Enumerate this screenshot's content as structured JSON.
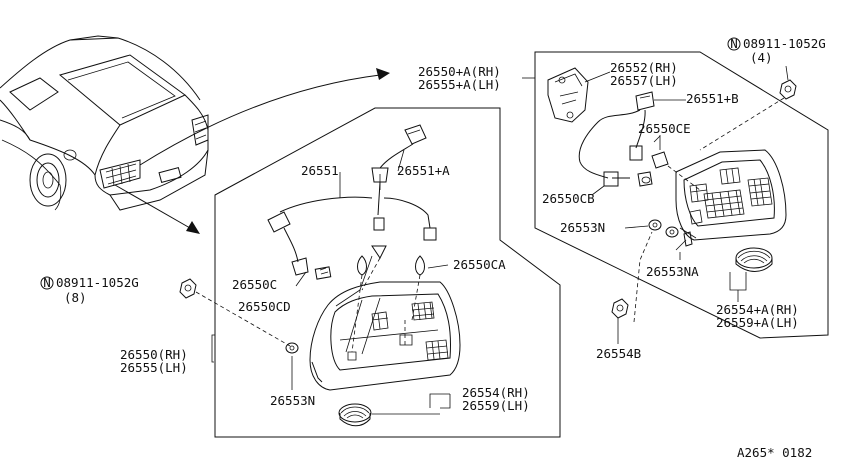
{
  "labels": {
    "p26551": "26551",
    "p26551A": "26551+A",
    "p26550C": "26550C",
    "p26550CD": "26550CD",
    "p26550CA": "26550CA",
    "nut_left": "08911-1052G",
    "nut_left_qty": "(8)",
    "p26550RH": "26550(RH)",
    "p26555LH": "26555(LH)",
    "p26553N_left": "26553N",
    "p26554RH": "26554(RH)",
    "p26559LH": "26559(LH)",
    "p26550A_RH": "26550+A(RH)",
    "p26555A_LH": "26555+A(LH)",
    "p26552RH": "26552(RH)",
    "p26557LH": "26557(LH)",
    "p26551B": "26551+B",
    "p26550CE": "26550CE",
    "p26550CB": "26550CB",
    "p26553N_right": "26553N",
    "p26553NA": "26553NA",
    "p26554A_RH": "26554+A(RH)",
    "p26559A_LH": "26559+A(LH)",
    "p26554B": "26554B",
    "nut_right": "08911-1052G",
    "nut_right_qty": "(4)",
    "nut_symbol": "N",
    "diagram_code": "A265* 0182"
  }
}
